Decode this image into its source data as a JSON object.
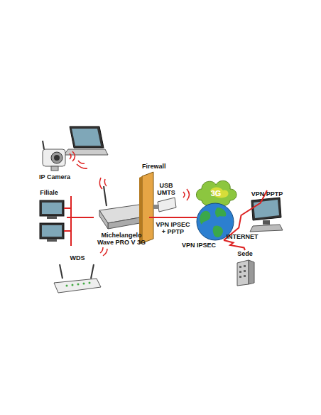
{
  "diagram": {
    "nodes": [
      {
        "text": [
          "IP Camera"
        ]
      },
      {
        "text": [
          "Filiale"
        ]
      },
      {
        "text": [
          "WDS"
        ]
      },
      {
        "text": [
          "Michelangelo Wave PRO V 3G"
        ]
      },
      {
        "text": [
          "USB UMTS"
        ]
      },
      {
        "text": [
          "3G"
        ]
      },
      {
        "text": [
          "INTERNET"
        ]
      },
      {
        "text": [
          "VPN PPTP"
        ]
      },
      {
        "text": [
          "Sede"
        ]
      }
    ],
    "edges": [
      {
        "from": 1,
        "to": 3,
        "arrow": "none"
      },
      {
        "from": 3,
        "to": 6,
        "label": "VPN IPSEC + PPTP",
        "arrow": "none"
      },
      {
        "from": 6,
        "to": 7,
        "arrow": "none"
      },
      {
        "from": 6,
        "to": 8,
        "label": "VPN IPSEC",
        "arrow": "none"
      }
    ],
    "labels": [
      "Firewall"
    ]
  }
}
